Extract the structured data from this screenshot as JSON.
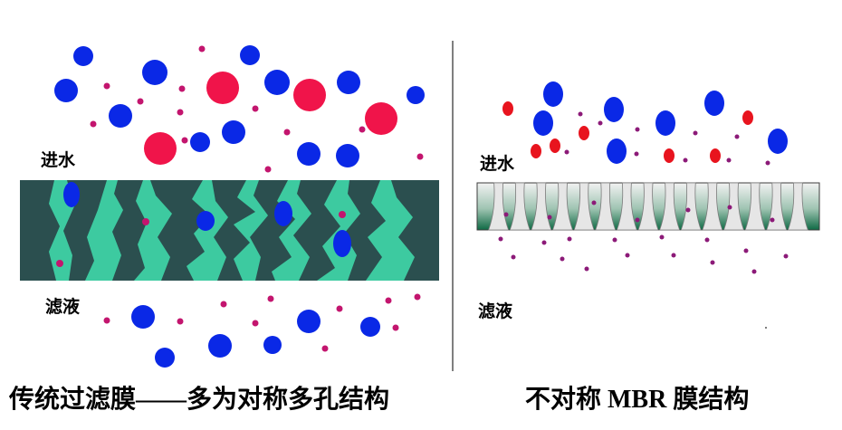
{
  "colors": {
    "large_solute": "#0a28e6",
    "red_solute": "#f0144a",
    "small_solute": "#c3156e",
    "tiny_solute": "#8c1a78",
    "membrane_dark": "#2b4f4f",
    "membrane_light": "#3dcaa0",
    "divider": "#555555"
  },
  "left_panel": {
    "inlet_label": "进水",
    "permeate_label": "滤液",
    "caption": "传统过滤膜——多为对称多孔结构"
  },
  "right_panel": {
    "inlet_label": "进水",
    "permeate_label": "滤液",
    "caption": "不对称 MBR 膜结构"
  }
}
